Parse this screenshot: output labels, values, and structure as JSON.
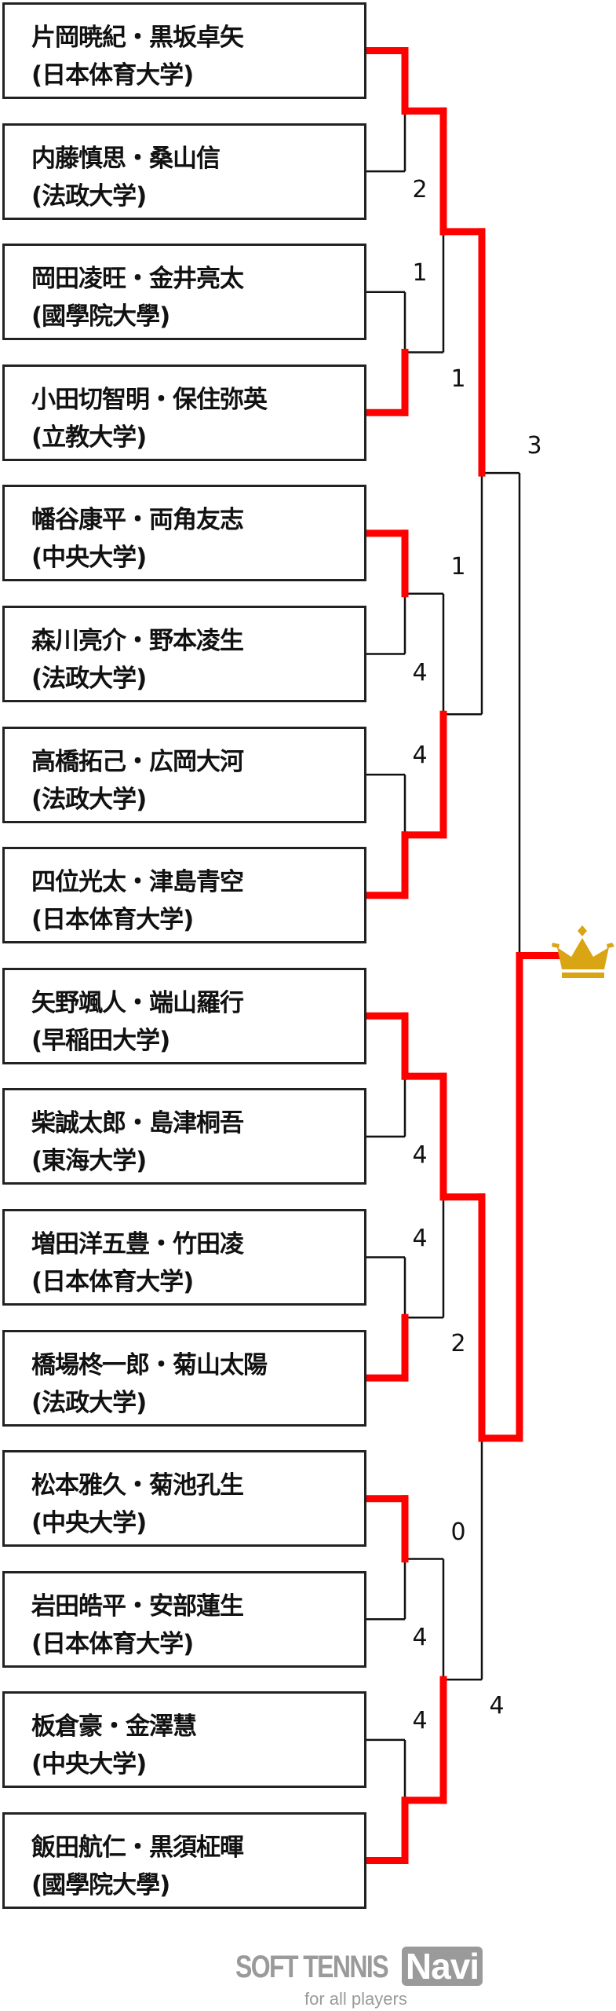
{
  "entries": [
    {
      "names": "片岡暁紀・黒坂卓矢",
      "school": "(日本体育大学)"
    },
    {
      "names": "内藤慎思・桑山信",
      "school": "(法政大学)"
    },
    {
      "names": "岡田凌旺・金井亮太",
      "school": "(國學院大學)"
    },
    {
      "names": "小田切智明・保住弥英",
      "school": "(立教大学)"
    },
    {
      "names": "幡谷康平・両角友志",
      "school": "(中央大学)"
    },
    {
      "names": "森川亮介・野本凌生",
      "school": "(法政大学)"
    },
    {
      "names": "高橋拓己・広岡大河",
      "school": "(法政大学)"
    },
    {
      "names": "四位光太・津島青空",
      "school": "(日本体育大学)"
    },
    {
      "names": "矢野颯人・端山羅行",
      "school": "(早稲田大学)"
    },
    {
      "names": "柴誠太郎・島津桐吾",
      "school": "(東海大学)"
    },
    {
      "names": "増田洋五豊・竹田凌",
      "school": "(日本体育大学)"
    },
    {
      "names": "橋場柊一郎・菊山太陽",
      "school": "(法政大学)"
    },
    {
      "names": "松本雅久・菊池孔生",
      "school": "(中央大学)"
    },
    {
      "names": "岩田皓平・安部蓮生",
      "school": "(日本体育大学)"
    },
    {
      "names": "板倉豪・金澤慧",
      "school": "(中央大学)"
    },
    {
      "names": "飯田航仁・黒須柾暉",
      "school": "(國學院大學)"
    }
  ],
  "rounds": [
    [
      {
        "winner": "top",
        "score": "2"
      },
      {
        "winner": "bottom",
        "score": "1"
      },
      {
        "winner": "top",
        "score": "4"
      },
      {
        "winner": "bottom",
        "score": "4"
      },
      {
        "winner": "top",
        "score": "4"
      },
      {
        "winner": "bottom",
        "score": "4"
      },
      {
        "winner": "top",
        "score": "4"
      },
      {
        "winner": "bottom",
        "score": "4"
      }
    ],
    [
      {
        "winner": "top",
        "score": "1"
      },
      {
        "winner": "bottom",
        "score": "1"
      },
      {
        "winner": "top",
        "score": "2"
      },
      {
        "winner": "bottom",
        "score": "0"
      }
    ],
    [
      {
        "winner": "top",
        "score": null
      },
      {
        "winner": "top",
        "score": "4"
      }
    ],
    [
      {
        "winner": "bottom",
        "score": "3"
      }
    ]
  ],
  "champion_icon": "crown-icon",
  "colors": {
    "win_line": "#ff0000",
    "line": "#111111",
    "crown": "#d9a514",
    "logo": "#9a9a9a"
  },
  "logo": {
    "brand": "SOFT TENNIS",
    "navi": "Navi",
    "tagline": "for all players"
  }
}
